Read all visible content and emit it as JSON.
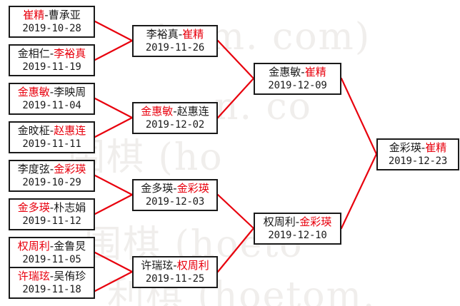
{
  "diagram": {
    "kind": "single-elimination-tournament-bracket",
    "accent_color": "#e8000d",
    "box_border_color": "#1a1a1a",
    "text_color": "#1a1a1a",
    "watermark_color": "#f0eeec",
    "watermark": {
      "a": "t.om. com)",
      "b": "n. co",
      "c": "围棋 (ho",
      "d": "围棋 (hoeto",
      "e": "利棋 (hoetom."
    }
  },
  "rounds": [
    {
      "name": "round-1",
      "matches": [
        {
          "id": "r1m1",
          "winner": "崔精",
          "loser": "曹承亚",
          "winner_side": "left",
          "date": "2019-10-28"
        },
        {
          "id": "r1m2",
          "winner": "李裕真",
          "loser": "金相仁",
          "winner_side": "right",
          "date": "2019-11-19"
        },
        {
          "id": "r1m3",
          "winner": "金惠敏",
          "loser": "李映周",
          "winner_side": "left",
          "date": "2019-11-04"
        },
        {
          "id": "r1m4",
          "winner": "赵惠连",
          "loser": "金旼柾",
          "winner_side": "right",
          "date": "2019-11-11"
        },
        {
          "id": "r1m5",
          "winner": "金彩瑛",
          "loser": "李度弦",
          "winner_side": "right",
          "date": "2019-10-29"
        },
        {
          "id": "r1m6",
          "winner": "金多瑛",
          "loser": "朴志娟",
          "winner_side": "left",
          "date": "2019-11-12"
        },
        {
          "id": "r1m7",
          "winner": "权周利",
          "loser": "金鲁炅",
          "winner_side": "left",
          "date": "2019-11-05"
        },
        {
          "id": "r1m8",
          "winner": "许瑞玹",
          "loser": "吴侑珍",
          "winner_side": "left",
          "date": "2019-11-18"
        }
      ]
    },
    {
      "name": "round-2",
      "matches": [
        {
          "id": "r2m1",
          "winner": "崔精",
          "loser": "李裕真",
          "winner_side": "right",
          "date": "2019-11-26"
        },
        {
          "id": "r2m2",
          "winner": "金惠敏",
          "loser": "赵惠连",
          "winner_side": "left",
          "date": "2019-12-02"
        },
        {
          "id": "r2m3",
          "winner": "金彩瑛",
          "loser": "金多瑛",
          "winner_side": "right",
          "date": "2019-12-03"
        },
        {
          "id": "r2m4",
          "winner": "权周利",
          "loser": "许瑞玹",
          "winner_side": "right",
          "date": "2019-11-25"
        }
      ]
    },
    {
      "name": "semifinal",
      "matches": [
        {
          "id": "r3m1",
          "winner": "崔精",
          "loser": "金惠敏",
          "winner_side": "right",
          "date": "2019-12-09"
        },
        {
          "id": "r3m2",
          "winner": "金彩瑛",
          "loser": "权周利",
          "winner_side": "right",
          "date": "2019-12-10"
        }
      ]
    },
    {
      "name": "final",
      "matches": [
        {
          "id": "r4m1",
          "winner": "崔精",
          "loser": "金彩瑛",
          "winner_side": "right",
          "date": "2019-12-23"
        }
      ]
    }
  ]
}
